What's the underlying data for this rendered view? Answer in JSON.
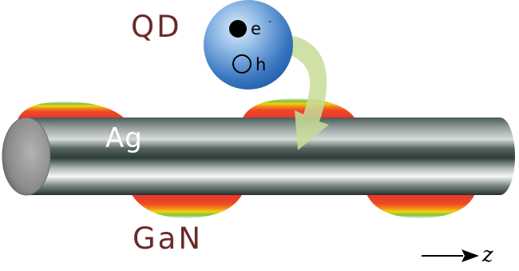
{
  "labels": {
    "quantum_dot": "QD",
    "electron": "e",
    "electron_charge": "-",
    "hole": "h",
    "nanowire": "Ag",
    "substrate": "GaN",
    "axis": "z"
  },
  "colors": {
    "label_brown": "#6b2a2a",
    "sphere_light": "#b5d3ef",
    "sphere_dark": "#1e5ea8",
    "arrow_green": "#c8dc98",
    "gan_red": "#e8302a",
    "gan_yellow": "#f2d20a",
    "gan_green": "#3bb34a",
    "rod_dark": "#2c3d3b",
    "rod_light": "#f4f6f5"
  },
  "icons": {
    "electron": "filled-circle",
    "hole": "open-circle",
    "axis_arrow": "right-arrow"
  }
}
